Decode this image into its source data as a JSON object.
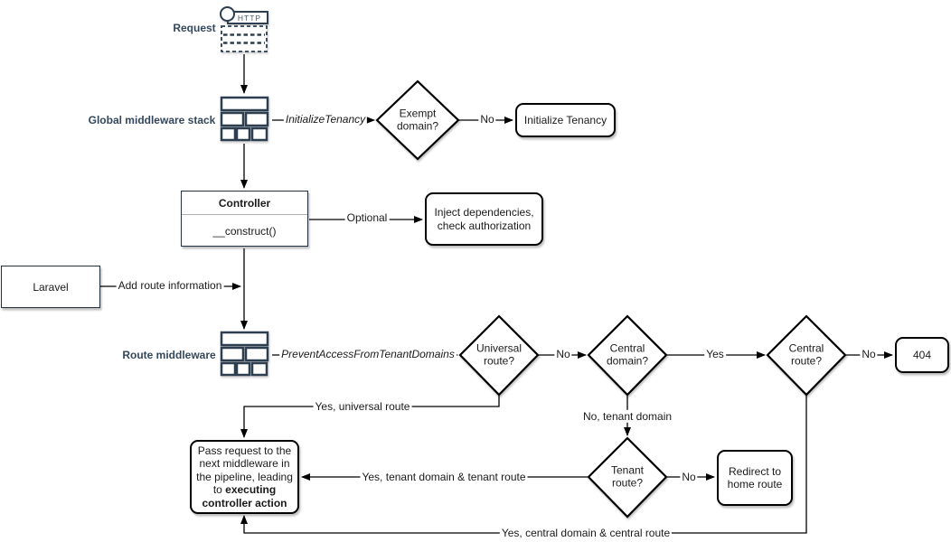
{
  "colors": {
    "background": "#FFFFFF",
    "shape_stroke": "#000000",
    "section_label": "#33475C",
    "icon_stroke": "#2D3E50"
  },
  "icons": {
    "request": "http-request-icon",
    "middleware": "middleware-stack-icon"
  },
  "nodes": {
    "request": "Request",
    "http": "HTTP",
    "global_middleware_stack": "Global middleware stack",
    "exempt_domain": "Exempt domain?",
    "initialize_tenancy": "Initialize Tenancy",
    "controller_title": "Controller",
    "controller_method": "__construct()",
    "inject_dependencies": "Inject dependencies, check authorization",
    "laravel": "Laravel",
    "route_middleware": "Route middleware",
    "universal_route": "Universal route?",
    "central_domain": "Central domain?",
    "central_route": "Central route?",
    "not_found": "404",
    "tenant_route": "Tenant route?",
    "redirect_home": "Redirect to home route",
    "pass_request_normal": "Pass request to the next middleware in the pipeline, leading to ",
    "pass_request_bold": "executing controller action"
  },
  "edges": {
    "initialize_tenancy_middleware": "InitializeTenancy",
    "exempt_no": "No",
    "optional": "Optional",
    "add_route_information": "Add route information",
    "prevent_access": "PreventAccessFromTenantDomains",
    "universal_no": "No",
    "central_domain_yes": "Yes",
    "central_route_no": "No",
    "yes_universal_route": "Yes, universal route",
    "no_tenant_domain": "No, tenant domain",
    "yes_tenant_domain_route": "Yes, tenant domain & tenant route",
    "tenant_no": "No",
    "yes_central_domain_route": "Yes, central domain & central route"
  }
}
